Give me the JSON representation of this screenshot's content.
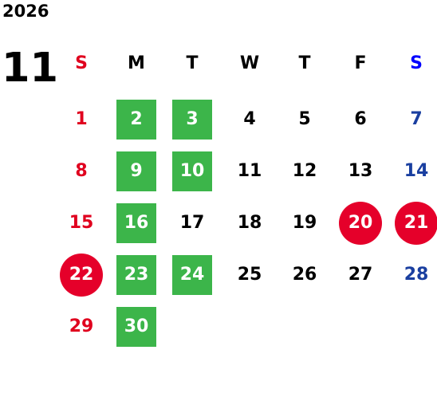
{
  "year": "2026",
  "month": "11",
  "weekdays": [
    "S",
    "M",
    "T",
    "W",
    "T",
    "F",
    "S"
  ],
  "days": [
    [
      null,
      null,
      null,
      null,
      null,
      null,
      null
    ],
    [
      "1",
      "2",
      "3",
      "4",
      "5",
      "6",
      "7"
    ],
    [
      "8",
      "9",
      "10",
      "11",
      "12",
      "13",
      "14"
    ],
    [
      "15",
      "16",
      "17",
      "18",
      "19",
      "20",
      "21"
    ],
    [
      "22",
      "23",
      "24",
      "25",
      "26",
      "27",
      "28"
    ],
    [
      "29",
      "30"
    ]
  ],
  "highlight_green": [
    "2",
    "3",
    "9",
    "10",
    "16",
    "23",
    "24",
    "30"
  ],
  "highlight_red": [
    "20",
    "21",
    "22"
  ],
  "colors": {
    "sunday": "#e0001e",
    "saturday": "#1a3fa0",
    "saturday_header": "#0000ff",
    "green_highlight": "#3cb54a",
    "red_highlight": "#e5002a"
  }
}
